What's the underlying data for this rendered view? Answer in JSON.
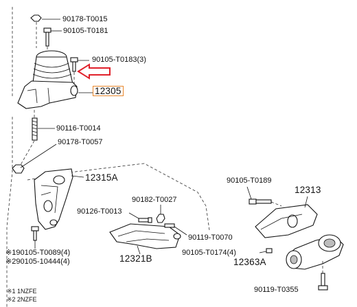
{
  "labels": {
    "l1": "90178-T0015",
    "l2": "90105-T0181",
    "l3": "90105-T0183(3)",
    "l4": "12305",
    "l5": "90116-T0014",
    "l6": "90178-T0057",
    "l7": "12315A",
    "l8": "90105-T0189",
    "l9": "12313",
    "l10": "90182-T0027",
    "l11": "90126-T0013",
    "l12": "90119-T0070",
    "l13": "90105-T0174(4)",
    "l14": "12363A",
    "l15": "12321B",
    "l16": "※190105-T0089(4)",
    "l17": "※290105-10444(4)",
    "l18": "90119-T0355"
  },
  "notes": {
    "n1": "※1 1NZFE",
    "n2": "※2 2NZFE"
  },
  "highlight": {
    "part_number": "12305",
    "box_color": "#e8862a",
    "arrow_color": "#e0202a"
  }
}
